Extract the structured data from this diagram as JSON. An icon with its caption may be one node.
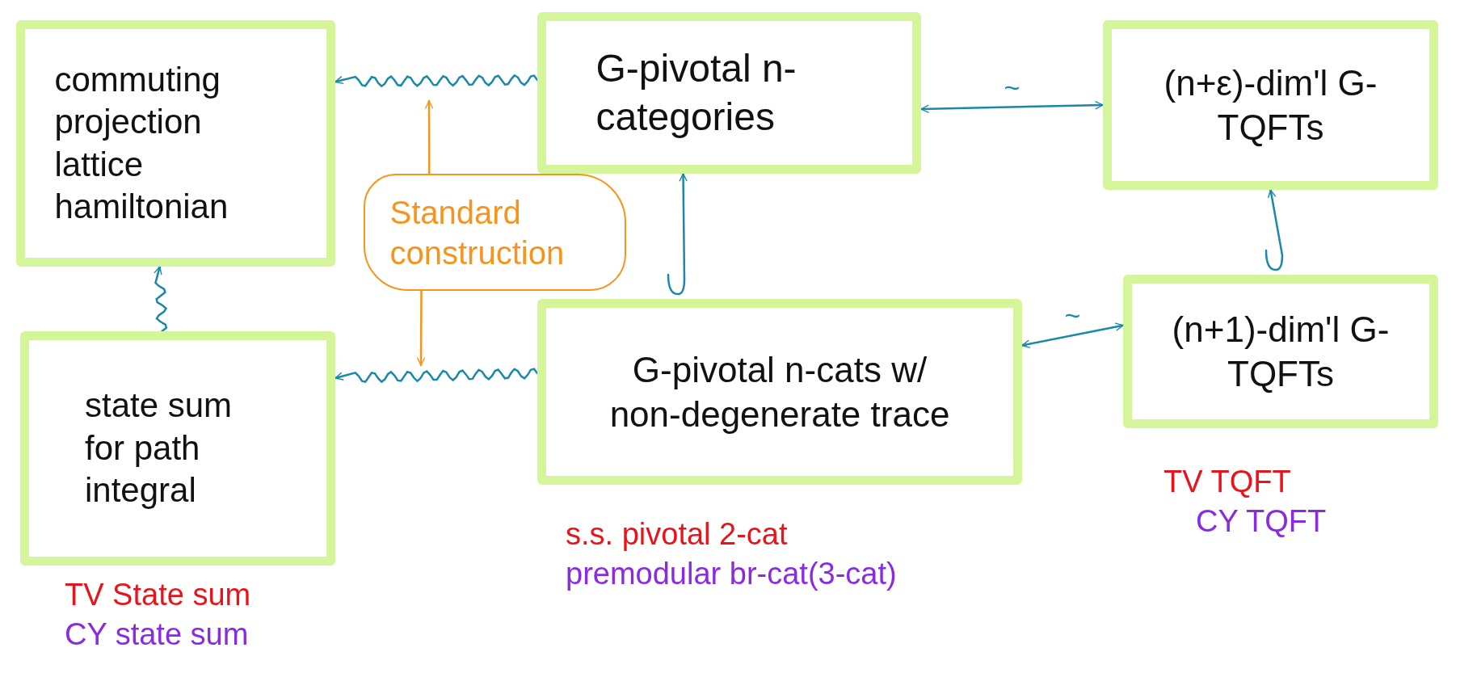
{
  "diagram": {
    "nodes": [
      {
        "text": [
          "commuting projection lattice hamiltonian"
        ]
      },
      {
        "text": [
          "G-pivotal n-categories"
        ]
      },
      {
        "text": [
          "(n+ε)-dim'l G-TQFTs"
        ]
      },
      {
        "text": [
          "Standard construction"
        ]
      },
      {
        "text": [
          "state sum for path integral"
        ],
        "beside": [
          "TV State sum",
          "CY state sum"
        ]
      },
      {
        "text": [
          "G-pivotal n-cats w/ non-degenerate trace"
        ],
        "beside": [
          "s.s. pivotal 2-cat",
          "premodular br-cat(3-cat)"
        ]
      },
      {
        "text": [
          "(n+1)-dim'l G-TQFTs"
        ],
        "beside": [
          "TV TQFT",
          "CY TQFT"
        ]
      }
    ],
    "edges": [
      {
        "from": 1,
        "to": 0,
        "arrow": "to"
      },
      {
        "from": 5,
        "to": 4,
        "arrow": "to"
      },
      {
        "from": 4,
        "to": 0,
        "arrow": "to"
      },
      {
        "from": 5,
        "to": 1,
        "arrow": "to"
      },
      {
        "from": 6,
        "to": 2,
        "arrow": "to"
      },
      {
        "from": 1,
        "to": 2,
        "arrow": "both",
        "label": "~"
      },
      {
        "from": 5,
        "to": 6,
        "arrow": "both",
        "label": "~"
      },
      {
        "from": 3,
        "to": null,
        "arrow": "to",
        "color": "#f7941d"
      },
      {
        "from": 3,
        "to": null,
        "arrow": "to",
        "color": "#f7941d"
      }
    ]
  }
}
